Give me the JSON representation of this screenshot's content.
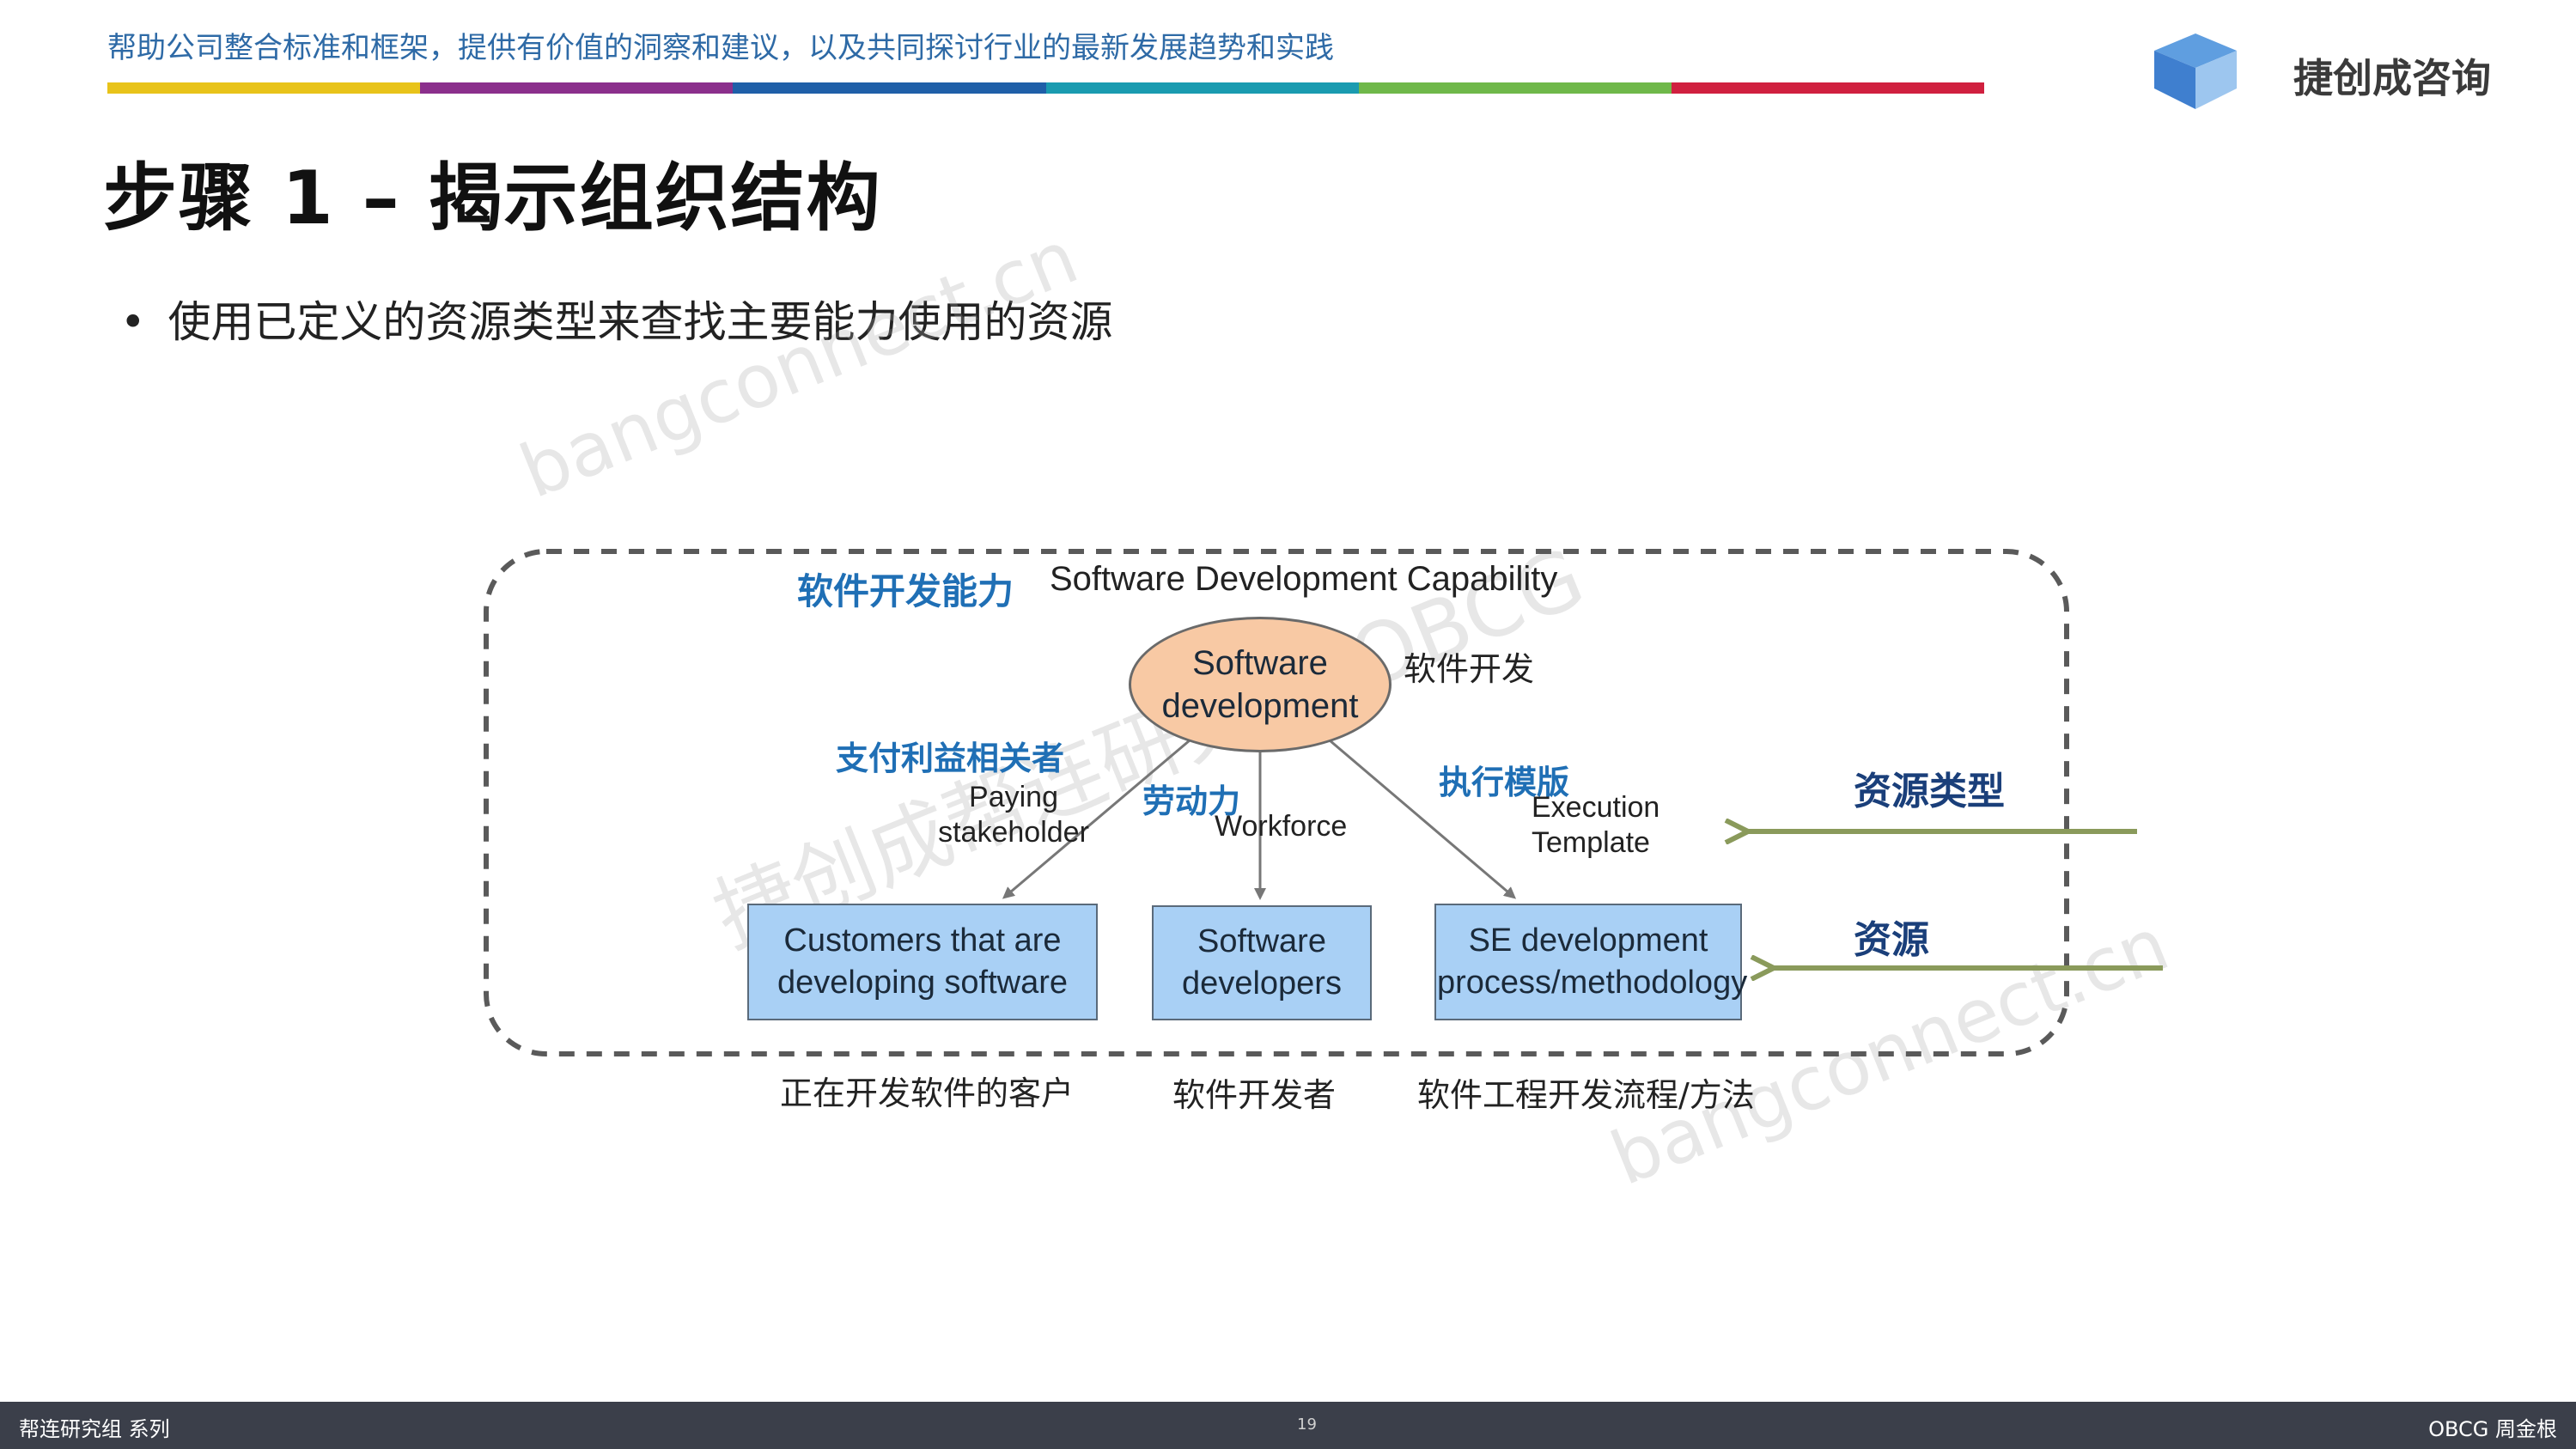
{
  "header": {
    "tagline": "帮助公司整合标准和框架，提供有价值的洞察和建议，以及共同探讨行业的最新发展趋势和实践",
    "brand": "捷创成咨询",
    "colorbar": [
      "#e8c31a",
      "#8b2f8c",
      "#1f5fa8",
      "#1a9bb0",
      "#6fb84a",
      "#d0203f"
    ]
  },
  "slide": {
    "title": "步骤 1 – 揭示组织结构",
    "bullet": "使用已定义的资源类型来查找主要能力使用的资源"
  },
  "watermarks": [
    "bangconnect.cn",
    "捷创成帮连研究组 OBCG",
    "bangconnect.cn"
  ],
  "diagram": {
    "capability_cn": "软件开发能力",
    "capability_en": "Software Development Capability",
    "center_node": "Software development",
    "center_cn": "软件开发",
    "relations": [
      {
        "cn": "支付利益相关者",
        "en": "Paying stakeholder"
      },
      {
        "cn": "劳动力",
        "en": "Workforce"
      },
      {
        "cn": "执行模版",
        "en": "Execution Template"
      }
    ],
    "resources": [
      {
        "en": "Customers that are developing software",
        "cn": "正在开发软件的客户"
      },
      {
        "en": "Software developers",
        "cn": "软件开发者"
      },
      {
        "en": "SE development process/methodology",
        "cn": "软件工程开发流程/方法"
      }
    ],
    "side_labels": {
      "resource_type": "资源类型",
      "resource": "资源"
    },
    "colors": {
      "accent_blue": "#1f6fb5",
      "box_fill": "#a9d0f5",
      "ellipse_fill": "#f8c9a4",
      "arrow_green": "#8a9a5b"
    }
  },
  "footer": {
    "left": "帮连研究组 系列",
    "page": "19",
    "right": "OBCG 周金根"
  }
}
